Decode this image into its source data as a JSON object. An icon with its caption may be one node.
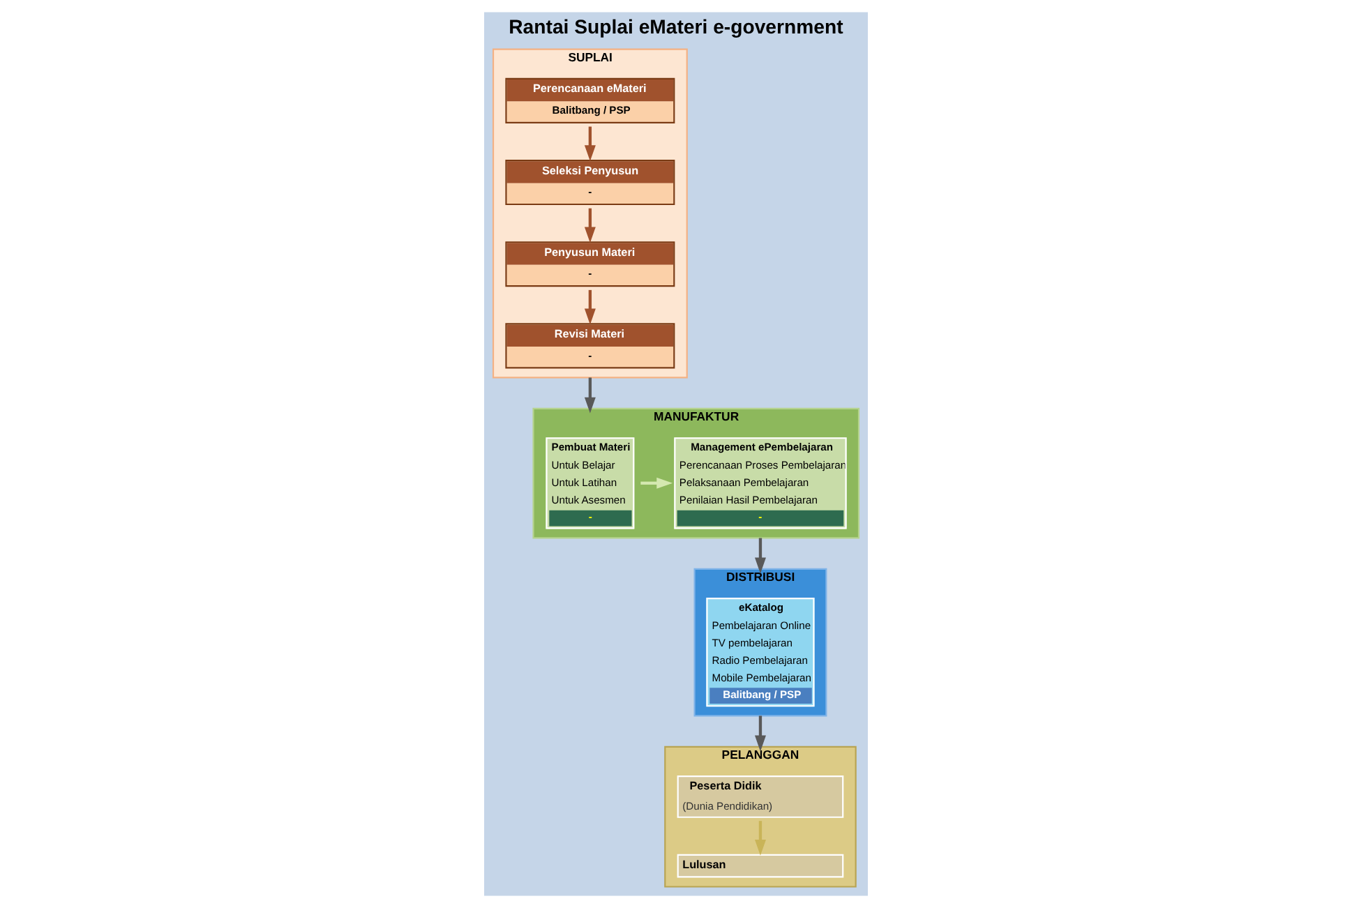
{
  "diagram": {
    "title": "Rantai Suplai eMateri e-government",
    "nodes": [
      {
        "text": [
          "SUPLAI"
        ]
      },
      {
        "text": [
          "Perencanaan eMateri",
          "Balitbang / PSP"
        ],
        "in": 0
      },
      {
        "text": [
          "Seleksi Penyusun",
          "-"
        ],
        "in": 0
      },
      {
        "text": [
          "Penyusun Materi",
          "-"
        ],
        "in": 0
      },
      {
        "text": [
          "Revisi Materi",
          "-"
        ],
        "in": 0
      },
      {
        "text": [
          "DISTRIBUSI"
        ]
      },
      {
        "text": [
          "eKatalog",
          "Pembelajaran Online",
          "TV pembelajaran",
          "Radio Pembelajaran",
          "Mobile Pembelajaran",
          "Balitbang / PSP"
        ],
        "in": 5
      },
      {
        "text": [
          "PELANGGAN"
        ]
      },
      {
        "text": [
          "Peserta Didik",
          "(Dunia Pendidikan)"
        ],
        "in": 7
      },
      {
        "text": [
          "Lulusan"
        ],
        "in": 7
      },
      {
        "text": [
          "MANUFAKTUR"
        ]
      },
      {
        "text": [
          "Pembuat Materi",
          "Untuk Belajar",
          "Untuk Latihan",
          "Untuk Asesmen",
          "-"
        ],
        "in": 10
      },
      {
        "text": [
          "Management ePembelajaran",
          "Perencanaan Proses Pembelajaran",
          "Pelaksanaan Pembelajaran",
          "Penilaian Hasil Pembelajaran",
          "-"
        ],
        "in": 10
      }
    ],
    "edges": [
      {
        "from": 1,
        "to": 2,
        "arrow": "to",
        "color": "#a0522d"
      },
      {
        "from": 2,
        "to": 3,
        "arrow": "to",
        "color": "#a0522d"
      },
      {
        "from": 3,
        "to": 4,
        "arrow": "to",
        "color": "#a0522d"
      },
      {
        "from": 0,
        "to": 10,
        "arrow": "to"
      },
      {
        "from": 10,
        "to": 5,
        "arrow": "to"
      },
      {
        "from": 5,
        "to": 7,
        "arrow": "to"
      },
      {
        "from": 8,
        "to": 9,
        "arrow": "to",
        "color": "#c9b458"
      },
      {
        "from": 11,
        "to": 12,
        "arrow": "to",
        "color": "#d4e8b0"
      }
    ]
  }
}
